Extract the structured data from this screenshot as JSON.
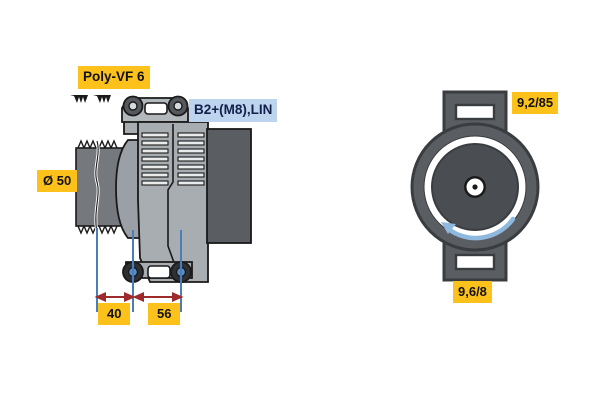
{
  "diagram": {
    "title": "Alternator technical drawing",
    "background_color": "#ffffff"
  },
  "colors": {
    "label_yellow": "#fcc21b",
    "label_blue_bg": "#bcd4ee",
    "label_blue_text": "#13204a",
    "dimension_red": "#9e2b2b",
    "extension_blue": "#4a7ebb",
    "rotation_arrow_blue": "#8fb8de",
    "body_light_gray": "#a8adb2",
    "body_mid_gray": "#8b9096",
    "body_dark_gray": "#5a5d61",
    "outline_black": "#1a1a1a"
  },
  "labels": {
    "belt_type": "Poly-VF 6",
    "pulley_diameter": "Ø 50",
    "terminal": "B2+(M8),LIN",
    "dimension_40": "40",
    "dimension_56": "56",
    "rating_top": "9,2/85",
    "rating_bottom": "9,6/8"
  },
  "icons": {
    "belt_profile": "belt-groove-profile-icon",
    "rotation": "rotation-direction-arrow-icon",
    "diameter_symbol": "diameter-symbol"
  },
  "views": {
    "side_view": {
      "name": "side-elevation-view",
      "components": [
        "pulley",
        "front-housing",
        "cooling-fins",
        "rear-cover",
        "upper-mounting-lug",
        "lower-mounting-lug"
      ]
    },
    "end_view": {
      "name": "end-elevation-view",
      "components": [
        "mounting-flange-top",
        "mounting-flange-bottom",
        "outer-ring",
        "rotor-disc",
        "shaft-center",
        "rotation-arrow"
      ]
    }
  },
  "dimensions": {
    "type": "linear",
    "unit": "mm",
    "values": [
      {
        "label": "40",
        "from": "pulley-center",
        "to": "front-mount-center"
      },
      {
        "label": "56",
        "from": "front-mount-center",
        "to": "rear-mount-center"
      }
    ],
    "diameter": {
      "label": "Ø 50",
      "feature": "pulley-outer-diameter"
    }
  }
}
